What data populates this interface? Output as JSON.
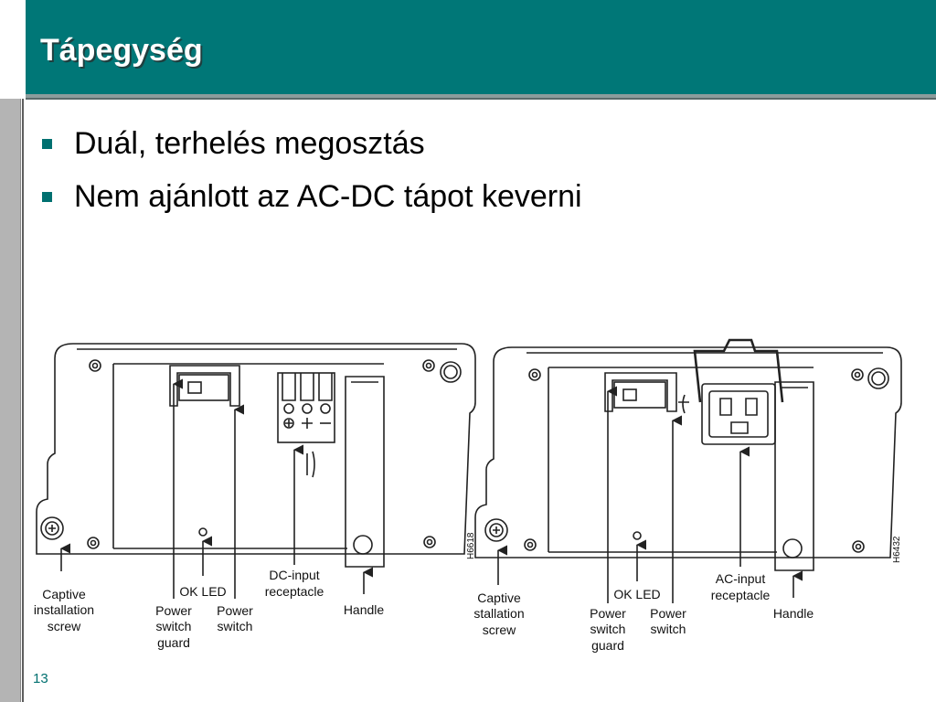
{
  "slide": {
    "title": "Tápegység",
    "bullets": [
      "Duál, terhelés megosztás",
      "Nem ajánlott az AC-DC tápot keverni"
    ],
    "page_number": "13"
  },
  "dc_panel": {
    "id_code": "H6618",
    "labels": {
      "captive_screw": [
        "Captive",
        "installation",
        "screw"
      ],
      "guard": [
        "Power",
        "switch",
        "guard"
      ],
      "ok_led": "OK LED",
      "power_switch": [
        "Power",
        "switch"
      ],
      "receptacle": [
        "DC-input",
        "receptacle"
      ],
      "handle": "Handle"
    }
  },
  "ac_panel": {
    "id_code": "H6432",
    "labels": {
      "captive_screw": [
        "Captive",
        "stallation",
        "screw"
      ],
      "guard": [
        "Power",
        "switch",
        "guard"
      ],
      "ok_led": "OK LED",
      "power_switch": [
        "Power",
        "switch"
      ],
      "receptacle": [
        "AC-input",
        "receptacle"
      ],
      "handle": "Handle"
    }
  },
  "colors": {
    "header": "#007777",
    "bullet": "#007070",
    "page_number": "#007070"
  }
}
